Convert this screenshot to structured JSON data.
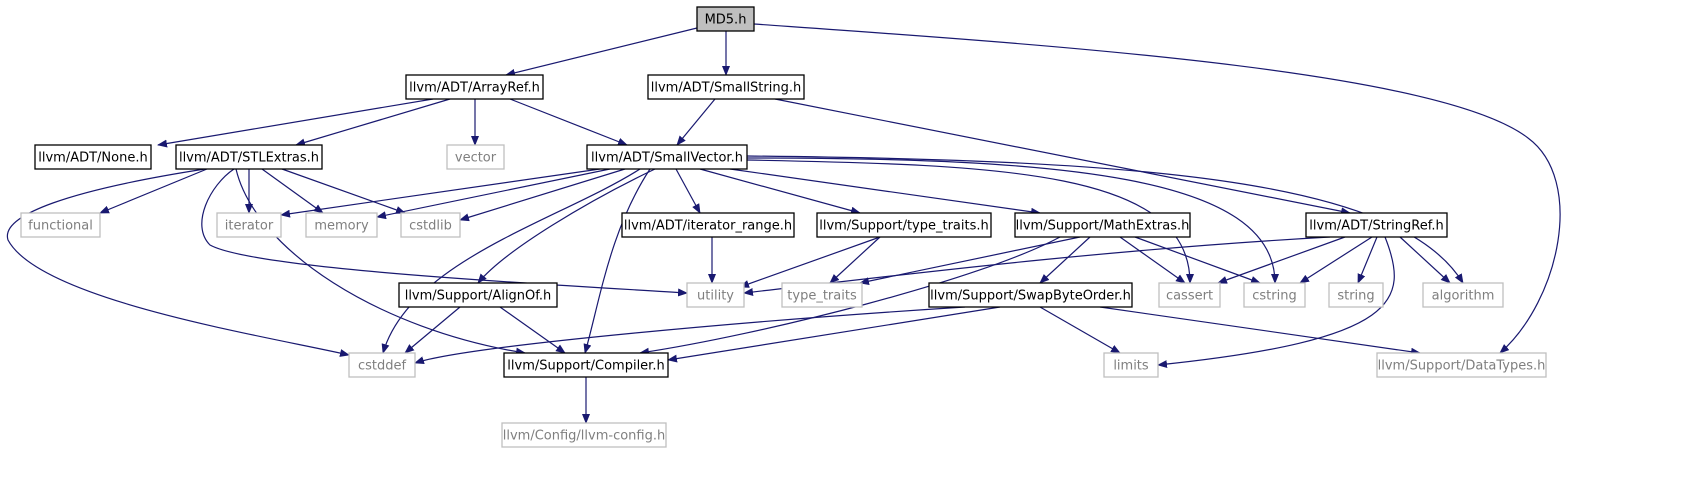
{
  "colors": {
    "edge": "#191970",
    "root_fill": "#bfbfbf",
    "root_border": "#000000",
    "node_fill": "#ffffff",
    "node_border": "#000000",
    "external_border": "#bfbfbf",
    "node_text": "#000000",
    "external_text": "#7f7f7f"
  },
  "nodes": [
    {
      "id": "md5",
      "label": "MD5.h",
      "kind": "root"
    },
    {
      "id": "arrayref",
      "label": "llvm/ADT/ArrayRef.h",
      "kind": "local"
    },
    {
      "id": "smallstring",
      "label": "llvm/ADT/SmallString.h",
      "kind": "local"
    },
    {
      "id": "none",
      "label": "llvm/ADT/None.h",
      "kind": "local"
    },
    {
      "id": "stlextras",
      "label": "llvm/ADT/STLExtras.h",
      "kind": "local"
    },
    {
      "id": "vector",
      "label": "vector",
      "kind": "external"
    },
    {
      "id": "smallvector",
      "label": "llvm/ADT/SmallVector.h",
      "kind": "local"
    },
    {
      "id": "functional",
      "label": "functional",
      "kind": "external"
    },
    {
      "id": "iterator",
      "label": "iterator",
      "kind": "external"
    },
    {
      "id": "memory",
      "label": "memory",
      "kind": "external"
    },
    {
      "id": "cstdlib",
      "label": "cstdlib",
      "kind": "external"
    },
    {
      "id": "iterrange",
      "label": "llvm/ADT/iterator_range.h",
      "kind": "local"
    },
    {
      "id": "typetraitsh",
      "label": "llvm/Support/type_traits.h",
      "kind": "local"
    },
    {
      "id": "mathextras",
      "label": "llvm/Support/MathExtras.h",
      "kind": "local"
    },
    {
      "id": "stringref",
      "label": "llvm/ADT/StringRef.h",
      "kind": "local"
    },
    {
      "id": "utility",
      "label": "utility",
      "kind": "external"
    },
    {
      "id": "type_traits",
      "label": "type_traits",
      "kind": "external"
    },
    {
      "id": "alignof",
      "label": "llvm/Support/AlignOf.h",
      "kind": "local"
    },
    {
      "id": "swapbyte",
      "label": "llvm/Support/SwapByteOrder.h",
      "kind": "local"
    },
    {
      "id": "cassert",
      "label": "cassert",
      "kind": "external"
    },
    {
      "id": "cstring",
      "label": "cstring",
      "kind": "external"
    },
    {
      "id": "string",
      "label": "string",
      "kind": "external"
    },
    {
      "id": "algorithm",
      "label": "algorithm",
      "kind": "external"
    },
    {
      "id": "cstddef",
      "label": "cstddef",
      "kind": "external"
    },
    {
      "id": "compiler",
      "label": "llvm/Support/Compiler.h",
      "kind": "local"
    },
    {
      "id": "limits",
      "label": "limits",
      "kind": "external"
    },
    {
      "id": "datatypes",
      "label": "llvm/Support/DataTypes.h",
      "kind": "external"
    },
    {
      "id": "llvmconfig",
      "label": "llvm/Config/llvm-config.h",
      "kind": "external"
    }
  ],
  "edges": [
    {
      "from": "md5",
      "to": "arrayref"
    },
    {
      "from": "md5",
      "to": "smallstring"
    },
    {
      "from": "md5",
      "to": "datatypes"
    },
    {
      "from": "arrayref",
      "to": "none"
    },
    {
      "from": "arrayref",
      "to": "stlextras"
    },
    {
      "from": "arrayref",
      "to": "vector"
    },
    {
      "from": "arrayref",
      "to": "smallvector"
    },
    {
      "from": "smallstring",
      "to": "smallvector"
    },
    {
      "from": "smallstring",
      "to": "stringref"
    },
    {
      "from": "stlextras",
      "to": "cstddef"
    },
    {
      "from": "stlextras",
      "to": "functional"
    },
    {
      "from": "stlextras",
      "to": "iterator"
    },
    {
      "from": "stlextras",
      "to": "memory"
    },
    {
      "from": "stlextras",
      "to": "cstdlib"
    },
    {
      "from": "stlextras",
      "to": "utility"
    },
    {
      "from": "stlextras",
      "to": "compiler"
    },
    {
      "from": "smallvector",
      "to": "iterator"
    },
    {
      "from": "smallvector",
      "to": "memory"
    },
    {
      "from": "smallvector",
      "to": "cstdlib"
    },
    {
      "from": "smallvector",
      "to": "iterrange"
    },
    {
      "from": "smallvector",
      "to": "typetraitsh"
    },
    {
      "from": "smallvector",
      "to": "mathextras"
    },
    {
      "from": "smallvector",
      "to": "alignof"
    },
    {
      "from": "smallvector",
      "to": "compiler"
    },
    {
      "from": "smallvector",
      "to": "cstddef"
    },
    {
      "from": "smallvector",
      "to": "cassert"
    },
    {
      "from": "smallvector",
      "to": "cstring"
    },
    {
      "from": "smallvector",
      "to": "algorithm"
    },
    {
      "from": "iterrange",
      "to": "utility"
    },
    {
      "from": "typetraitsh",
      "to": "utility"
    },
    {
      "from": "typetraitsh",
      "to": "type_traits"
    },
    {
      "from": "mathextras",
      "to": "type_traits"
    },
    {
      "from": "mathextras",
      "to": "compiler"
    },
    {
      "from": "mathextras",
      "to": "swapbyte"
    },
    {
      "from": "mathextras",
      "to": "cassert"
    },
    {
      "from": "mathextras",
      "to": "cstring"
    },
    {
      "from": "stringref",
      "to": "utility"
    },
    {
      "from": "stringref",
      "to": "cassert"
    },
    {
      "from": "stringref",
      "to": "cstring"
    },
    {
      "from": "stringref",
      "to": "string"
    },
    {
      "from": "stringref",
      "to": "algorithm"
    },
    {
      "from": "stringref",
      "to": "limits"
    },
    {
      "from": "alignof",
      "to": "cstddef"
    },
    {
      "from": "alignof",
      "to": "compiler"
    },
    {
      "from": "swapbyte",
      "to": "cstddef"
    },
    {
      "from": "swapbyte",
      "to": "compiler"
    },
    {
      "from": "swapbyte",
      "to": "limits"
    },
    {
      "from": "swapbyte",
      "to": "datatypes"
    },
    {
      "from": "compiler",
      "to": "llvmconfig"
    }
  ]
}
